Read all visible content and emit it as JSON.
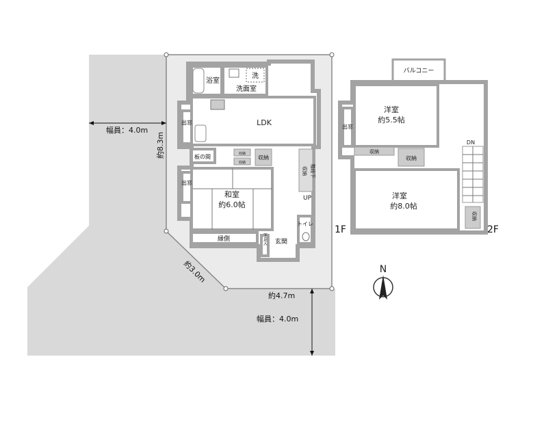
{
  "site": {
    "road_width_left": "幅員：4.0m",
    "road_width_bottom": "幅員：4.0m",
    "dim_side": "約8.3m",
    "dim_corner": "約3.0m",
    "dim_front": "約4.7m"
  },
  "floor1": {
    "label": "1F",
    "rooms": {
      "bath": "浴室",
      "washroom": "洗面室",
      "washer": "洗",
      "ldk": "LDK",
      "bay_window_1": "出窓",
      "bay_window_2": "出窓",
      "wood_floor": "板の間",
      "small_storage_1": "収納",
      "small_storage_2": "収納",
      "storage": "収納",
      "stair_storage": "収納",
      "under_stairs": "階段下",
      "washitsu": "和室",
      "washitsu_size": "約6.0帖",
      "up": "UP",
      "toilet": "トイレ",
      "engawa": "縁側",
      "shoe_storage": "下足入",
      "entrance": "玄関"
    }
  },
  "floor2": {
    "label": "2F",
    "rooms": {
      "balcony": "バルコニー",
      "western_1": "洋室",
      "western_1_size": "約5.5帖",
      "bay_window": "出窓",
      "storage_1": "収納",
      "storage_2": "収納",
      "dn": "DN",
      "western_2": "洋室",
      "western_2_size": "約8.0帖",
      "storage_3": "収納"
    }
  },
  "compass": {
    "north": "N"
  },
  "colors": {
    "road": "#d9d9d9",
    "lot": "#ebebeb",
    "wall": "#a3a3a3"
  }
}
